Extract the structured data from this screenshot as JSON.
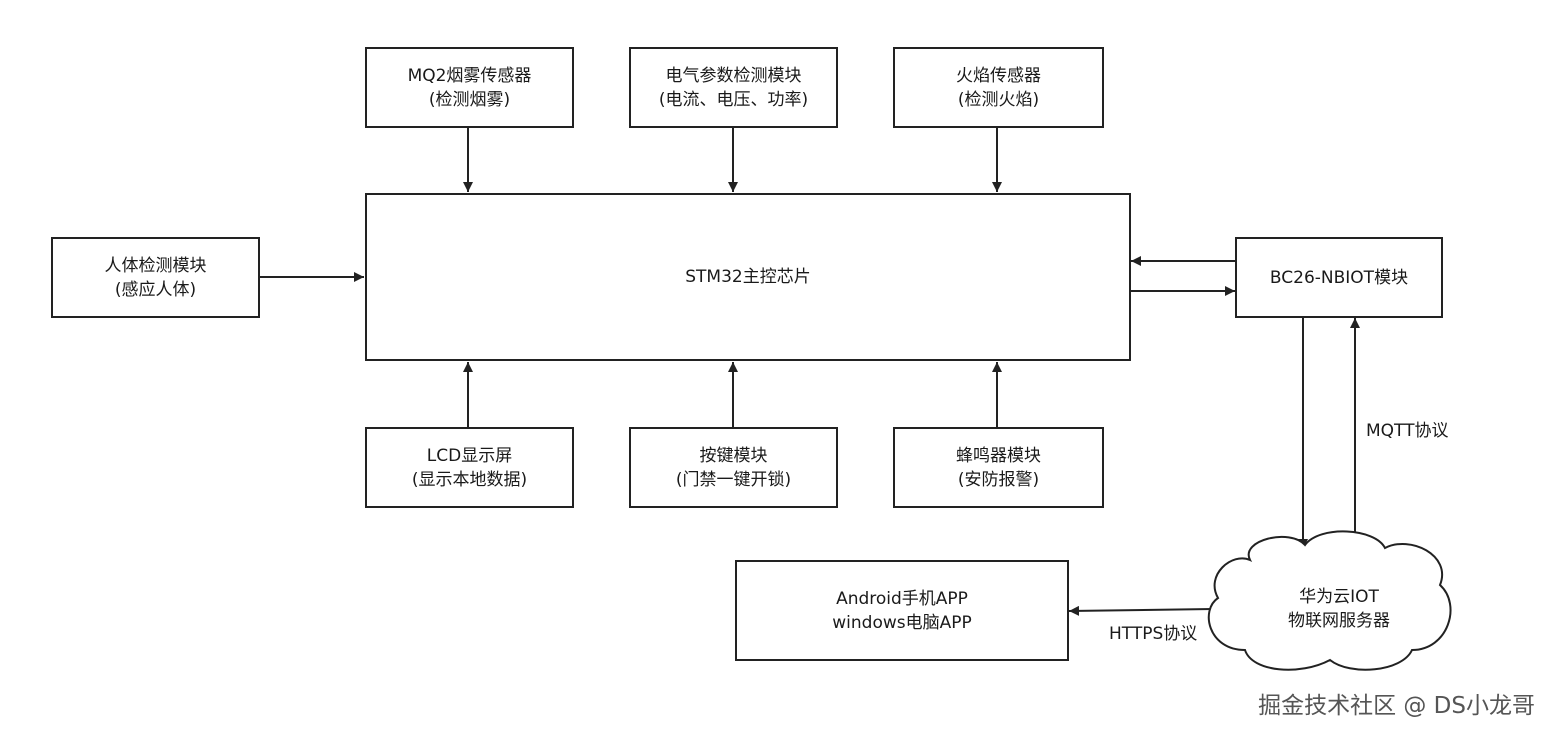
{
  "nodes": {
    "mq2": {
      "line1": "MQ2烟雾传感器",
      "line2": "(检测烟雾)"
    },
    "electric": {
      "line1": "电气参数检测模块",
      "line2": "(电流、电压、功率)"
    },
    "flame": {
      "line1": "火焰传感器",
      "line2": "(检测火焰)"
    },
    "human": {
      "line1": "人体检测模块",
      "line2": "(感应人体)"
    },
    "stm32": {
      "line1": "STM32主控芯片"
    },
    "bc26": {
      "line1": "BC26-NBIOT模块"
    },
    "lcd": {
      "line1": "LCD显示屏",
      "line2": "(显示本地数据)"
    },
    "keys": {
      "line1": "按键模块",
      "line2": "(门禁一键开锁)"
    },
    "buzzer": {
      "line1": "蜂鸣器模块",
      "line2": "(安防报警)"
    },
    "app": {
      "line1": "Android手机APP",
      "line2": "windows电脑APP"
    },
    "cloud": {
      "line1": "华为云IOT",
      "line2": "物联网服务器"
    }
  },
  "edges": {
    "mqtt_label": "MQTT协议",
    "https_label": "HTTPS协议"
  },
  "watermark": "掘金技术社区 @ DS小龙哥"
}
